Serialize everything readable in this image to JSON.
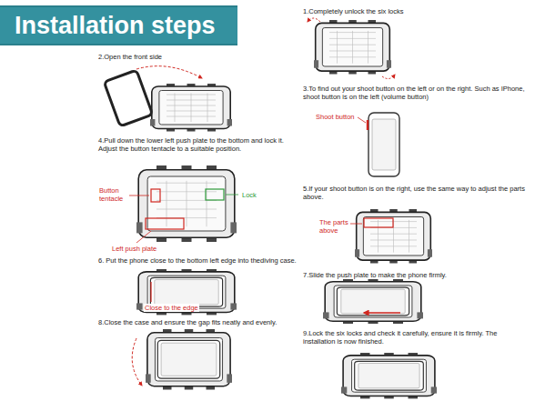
{
  "diagram": {
    "title": "Installation steps",
    "labels": [
      "1.Completely unlock the six locks",
      "2.Open the front side",
      "3.To find out your shoot button on the left or on the right. Such as IPhone, shoot button is on the left (volume button)",
      "Shoot button",
      "4.Pull down the lower left push plate to the bottom and lock it. Adjust the button tentacle to a suitable position.",
      "Button tentacle",
      "Lock",
      "Left push plate",
      "5.If your shoot button is on the right, use the same way to adjust the parts above.",
      "The parts above",
      "6. Put the phone close to the bottom left edge into thediving case.",
      "Close to the edge",
      "7.Slide the push plate to make the phone firmly.",
      "8.Close the case and ensure the gap fits neatly and evenly.",
      "9.Lock the six locks and check it carefully, ensure it is firmly. The installation is now finished."
    ]
  }
}
